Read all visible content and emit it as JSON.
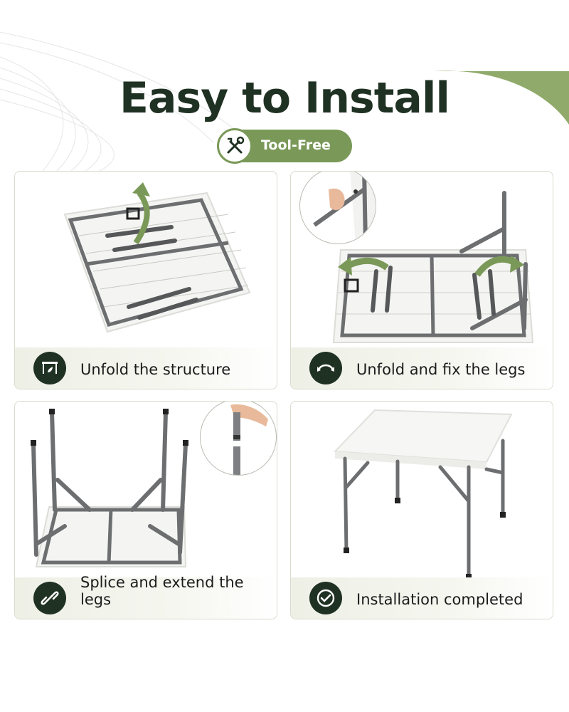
{
  "header": {
    "title": "Easy to Install",
    "badge_label": "Tool-Free",
    "badge_icon": "tools-icon"
  },
  "colors": {
    "dark_green": "#1f3122",
    "accent_green": "#7a9958",
    "frame_gray": "#6c6e70",
    "tabletop": "#f4f4f2"
  },
  "steps": [
    {
      "label": "Unfold the structure",
      "icon": "unfold-table-icon"
    },
    {
      "label": "Unfold and fix the legs",
      "icon": "rotate-arrows-icon"
    },
    {
      "label": "Splice and extend the legs",
      "icon": "link-icon"
    },
    {
      "label": "Installation completed",
      "icon": "check-circle-icon"
    }
  ]
}
